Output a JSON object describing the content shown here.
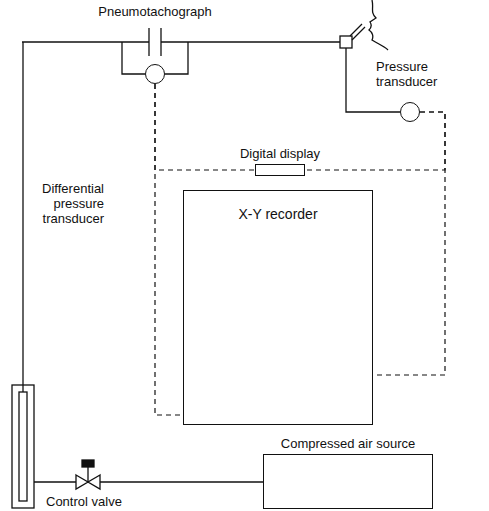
{
  "diagram": {
    "nodes": [
      {
        "text": [
          "Differential pressure transducer"
        ]
      },
      {
        "text": [
          "Pressure transducer"
        ]
      },
      {
        "text": [
          "Digital display"
        ]
      },
      {
        "text": [
          "X-Y recorder"
        ]
      },
      {
        "text": [
          "Compressed air source"
        ]
      }
    ],
    "edges": [
      {
        "from": 0,
        "to": 2,
        "arrow": "none"
      },
      {
        "from": 0,
        "to": 3,
        "arrow": "none"
      },
      {
        "from": 1,
        "to": 2,
        "arrow": "none"
      },
      {
        "from": 1,
        "to": 3,
        "arrow": "none"
      }
    ],
    "labels": [
      "Pneumotachograph",
      "Control valve"
    ]
  }
}
